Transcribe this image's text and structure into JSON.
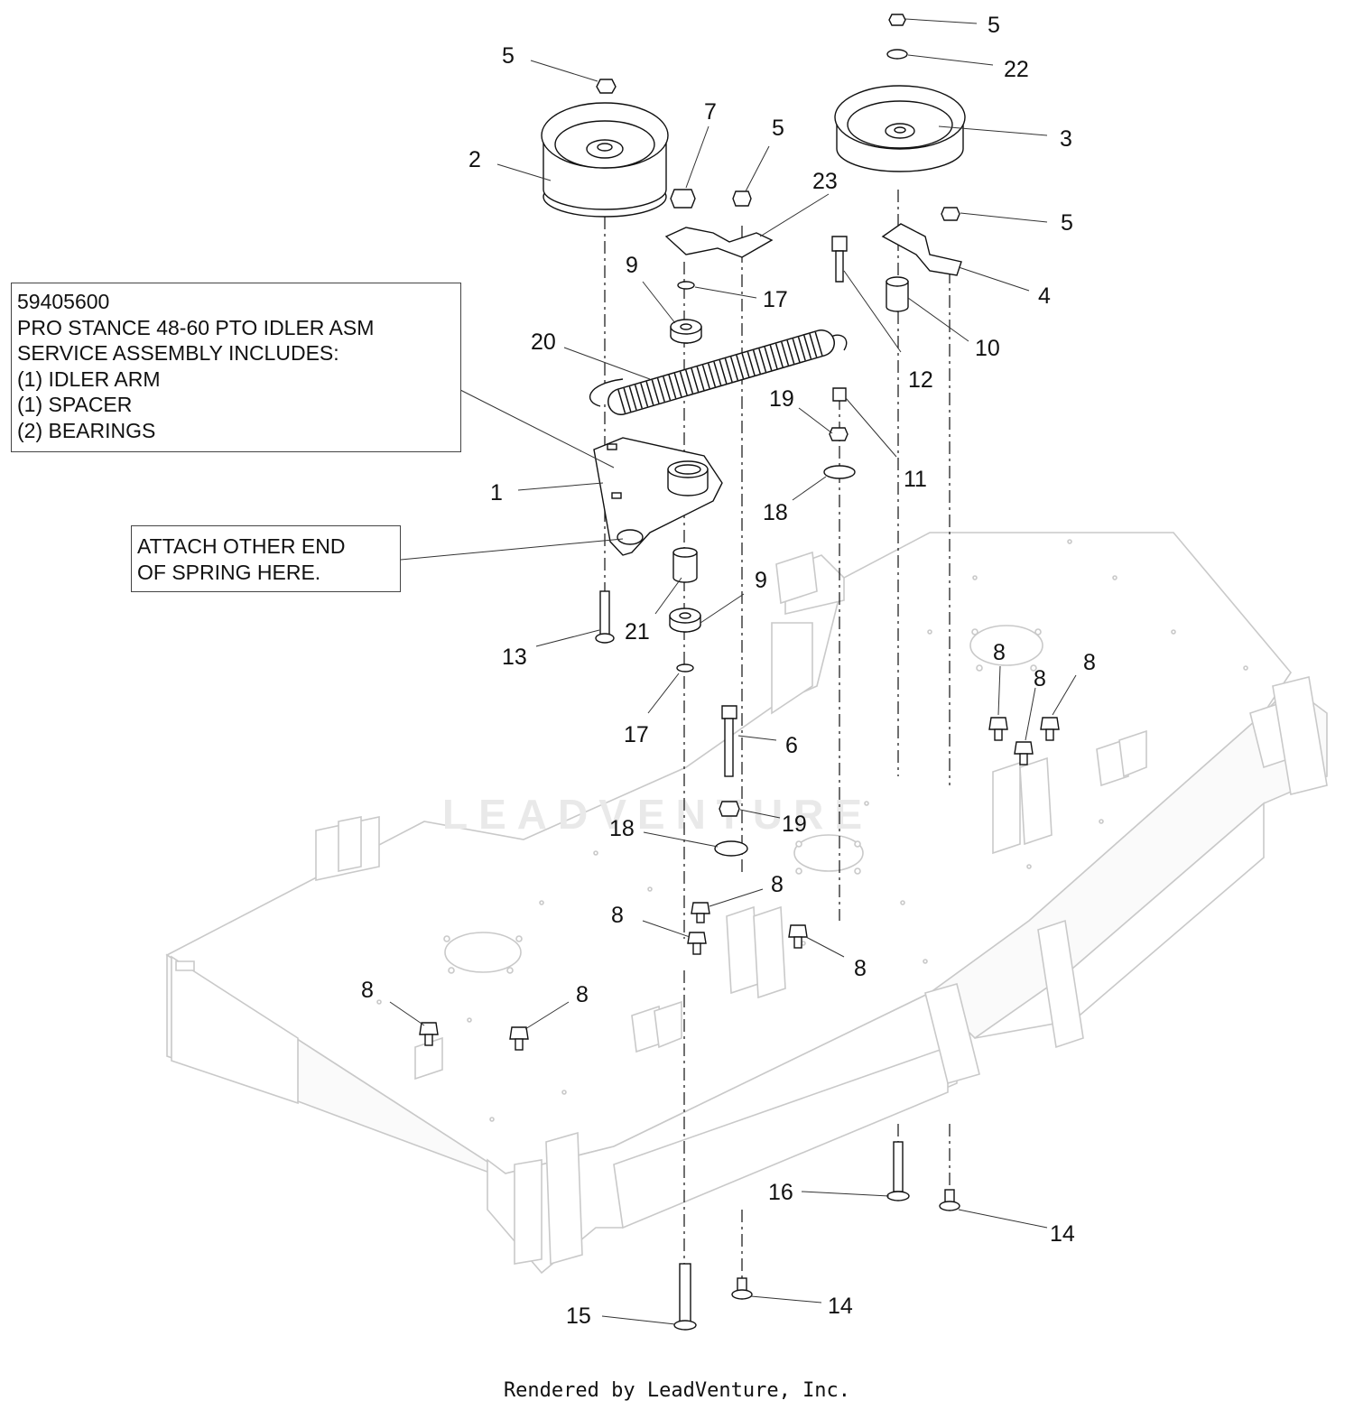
{
  "service_note": {
    "part_number": "59405600",
    "lines": [
      "PRO STANCE 48-60 PTO IDLER ASM",
      "SERVICE ASSEMBLY INCLUDES:",
      "(1) IDLER ARM",
      "(1) SPACER",
      "(2) BEARINGS"
    ]
  },
  "spring_note": {
    "lines": [
      "ATTACH OTHER END",
      "OF SPRING HERE."
    ]
  },
  "callouts": [
    {
      "id": "c5a",
      "label": "5"
    },
    {
      "id": "c5b",
      "label": "5"
    },
    {
      "id": "c5c",
      "label": "5"
    },
    {
      "id": "c5d",
      "label": "5"
    },
    {
      "id": "c22",
      "label": "22"
    },
    {
      "id": "c2",
      "label": "2"
    },
    {
      "id": "c7",
      "label": "7"
    },
    {
      "id": "c3",
      "label": "3"
    },
    {
      "id": "c23",
      "label": "23"
    },
    {
      "id": "c9a",
      "label": "9"
    },
    {
      "id": "c17a",
      "label": "17"
    },
    {
      "id": "c4",
      "label": "4"
    },
    {
      "id": "c10",
      "label": "10"
    },
    {
      "id": "c20",
      "label": "20"
    },
    {
      "id": "c12",
      "label": "12"
    },
    {
      "id": "c19a",
      "label": "19"
    },
    {
      "id": "c11",
      "label": "11"
    },
    {
      "id": "c1",
      "label": "1"
    },
    {
      "id": "c18a",
      "label": "18"
    },
    {
      "id": "c9b",
      "label": "9"
    },
    {
      "id": "c21",
      "label": "21"
    },
    {
      "id": "c13",
      "label": "13"
    },
    {
      "id": "c17b",
      "label": "17"
    },
    {
      "id": "c6",
      "label": "6"
    },
    {
      "id": "c8a",
      "label": "8"
    },
    {
      "id": "c8b",
      "label": "8"
    },
    {
      "id": "c8c",
      "label": "8"
    },
    {
      "id": "c19b",
      "label": "19"
    },
    {
      "id": "c18b",
      "label": "18"
    },
    {
      "id": "c8d",
      "label": "8"
    },
    {
      "id": "c8e",
      "label": "8"
    },
    {
      "id": "c8f",
      "label": "8"
    },
    {
      "id": "c8g",
      "label": "8"
    },
    {
      "id": "c8h",
      "label": "8"
    },
    {
      "id": "c16",
      "label": "16"
    },
    {
      "id": "c14a",
      "label": "14"
    },
    {
      "id": "c14b",
      "label": "14"
    },
    {
      "id": "c15",
      "label": "15"
    }
  ],
  "watermark": "LEADVENTURE",
  "footer": "Rendered by LeadVenture, Inc."
}
